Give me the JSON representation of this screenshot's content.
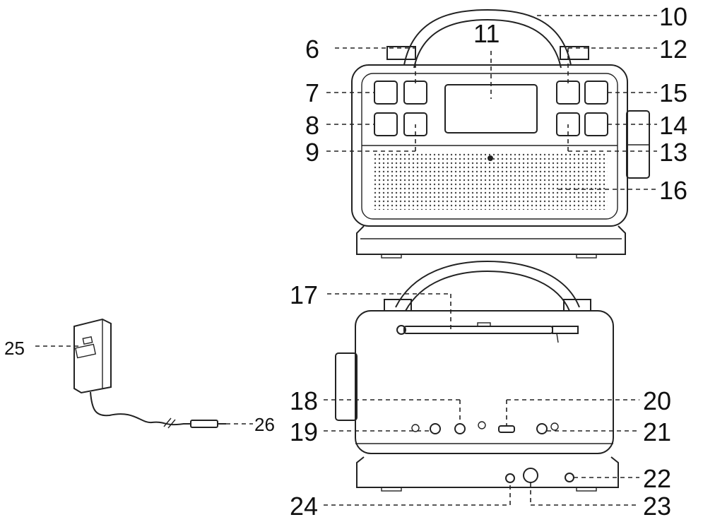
{
  "diagram": {
    "callouts": {
      "c6": "6",
      "c7": "7",
      "c8": "8",
      "c9": "9",
      "c10": "10",
      "c11": "11",
      "c12": "12",
      "c13": "13",
      "c14": "14",
      "c15": "15",
      "c16": "16",
      "c17": "17",
      "c18": "18",
      "c19": "19",
      "c20": "20",
      "c21": "21",
      "c22": "22",
      "c23": "23",
      "c24": "24",
      "c25": "25",
      "c26": "26"
    }
  }
}
